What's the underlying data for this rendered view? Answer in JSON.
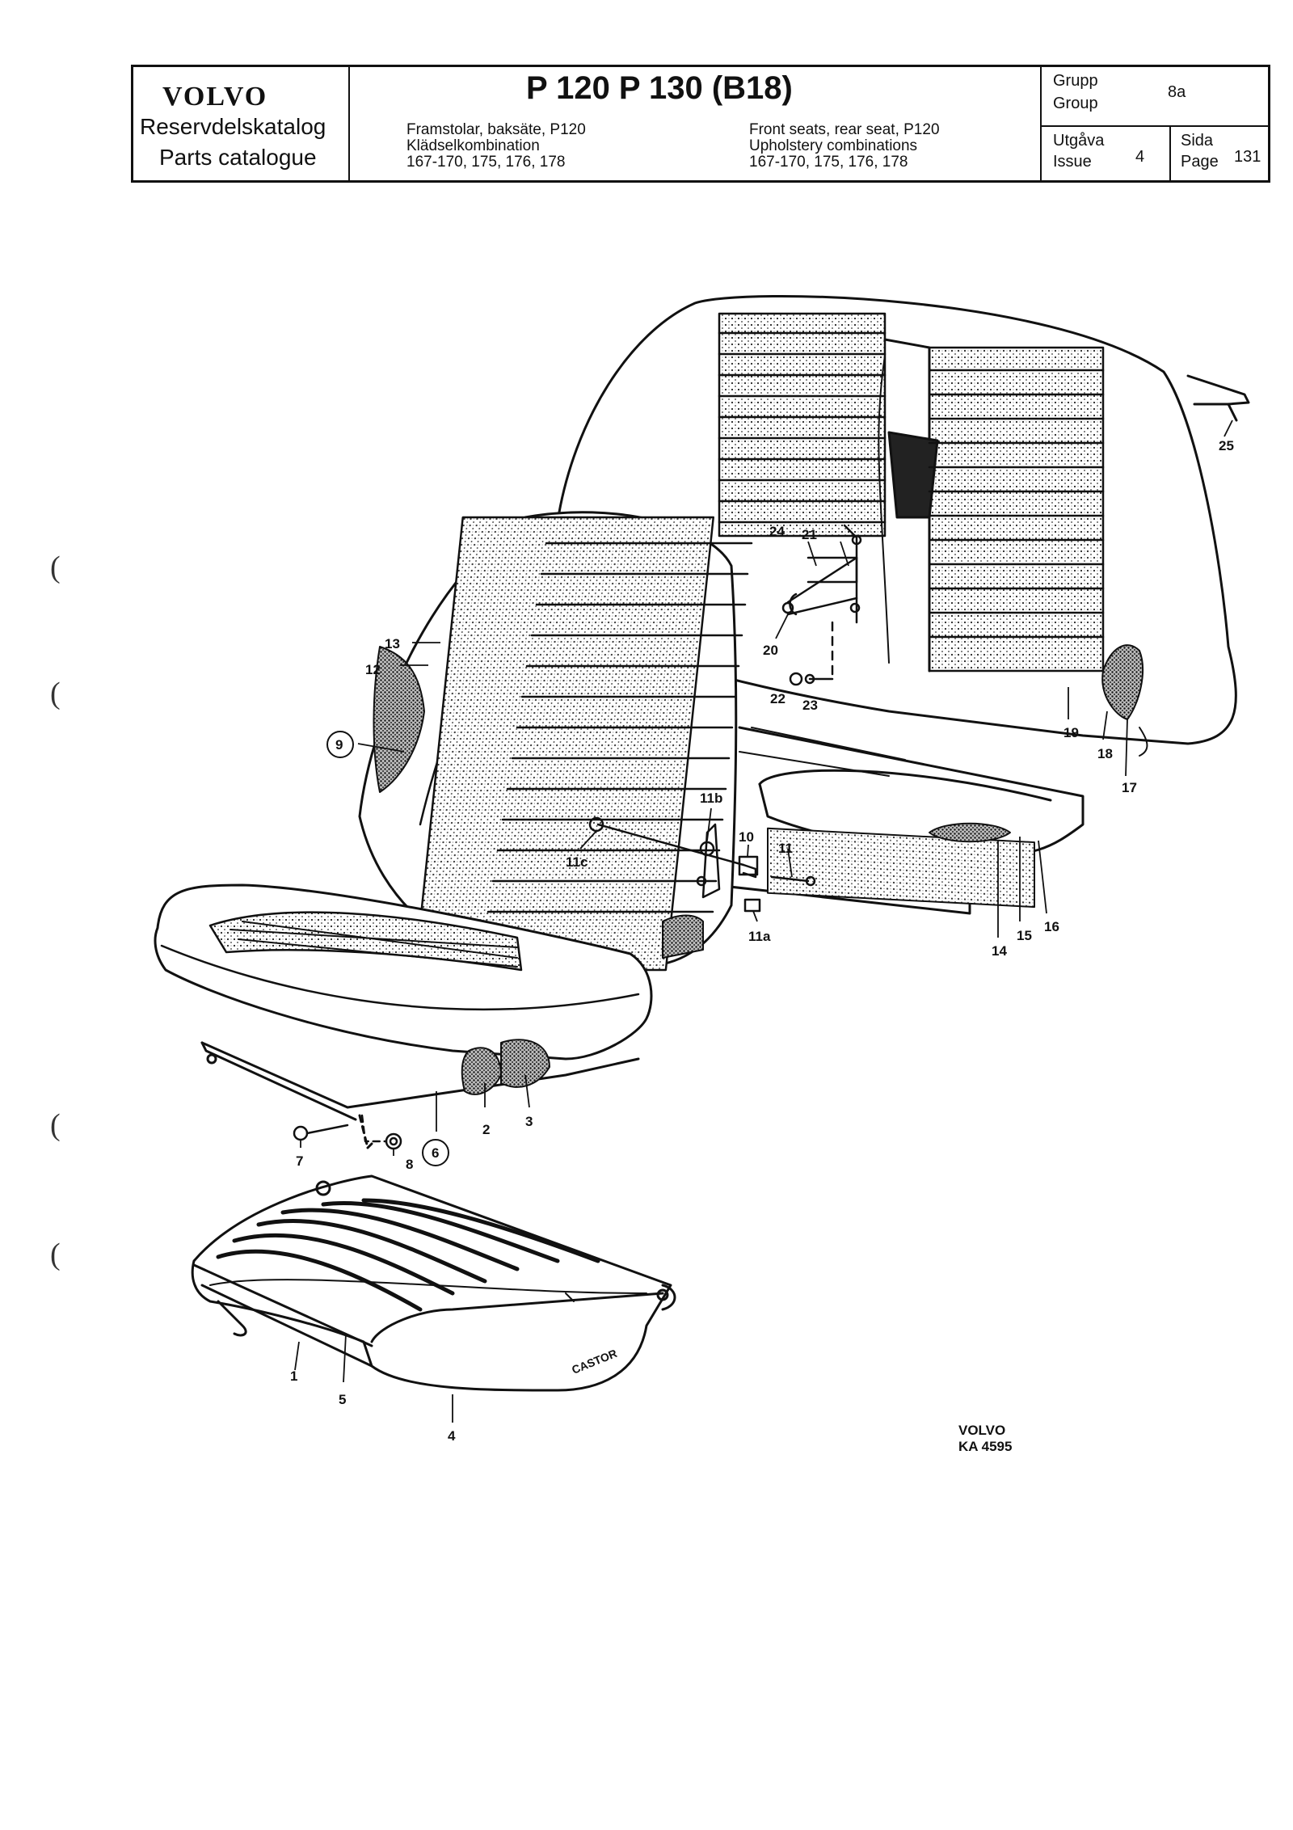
{
  "header": {
    "brand": "VOLVO",
    "catalog_sv": "Reservdelskatalog",
    "catalog_en": "Parts catalogue",
    "model_title": "P 120   P 130 (B18)",
    "desc_sv": [
      "Framstolar, baksäte, P120",
      "Klädselkombination",
      "167-170, 175, 176, 178"
    ],
    "desc_en": [
      "Front seats, rear seat, P120",
      "Upholstery combinations",
      "167-170, 175, 176, 178"
    ],
    "group_label_sv": "Grupp",
    "group_label_en": "Group",
    "group_value": "8a",
    "issue_label_sv": "Utgåva",
    "issue_label_en": "Issue",
    "issue_value": "4",
    "page_label_sv": "Sida",
    "page_label_en": "Page",
    "page_value": "131"
  },
  "callouts": [
    "1",
    "2",
    "3",
    "4",
    "5",
    "6",
    "7",
    "8",
    "9",
    "10",
    "11",
    "11a",
    "11b",
    "11c",
    "12",
    "13",
    "14",
    "15",
    "16",
    "17",
    "18",
    "19",
    "20",
    "21",
    "22",
    "23",
    "24",
    "25"
  ],
  "drawing_ref": [
    "VOLVO",
    "KA 4595"
  ]
}
